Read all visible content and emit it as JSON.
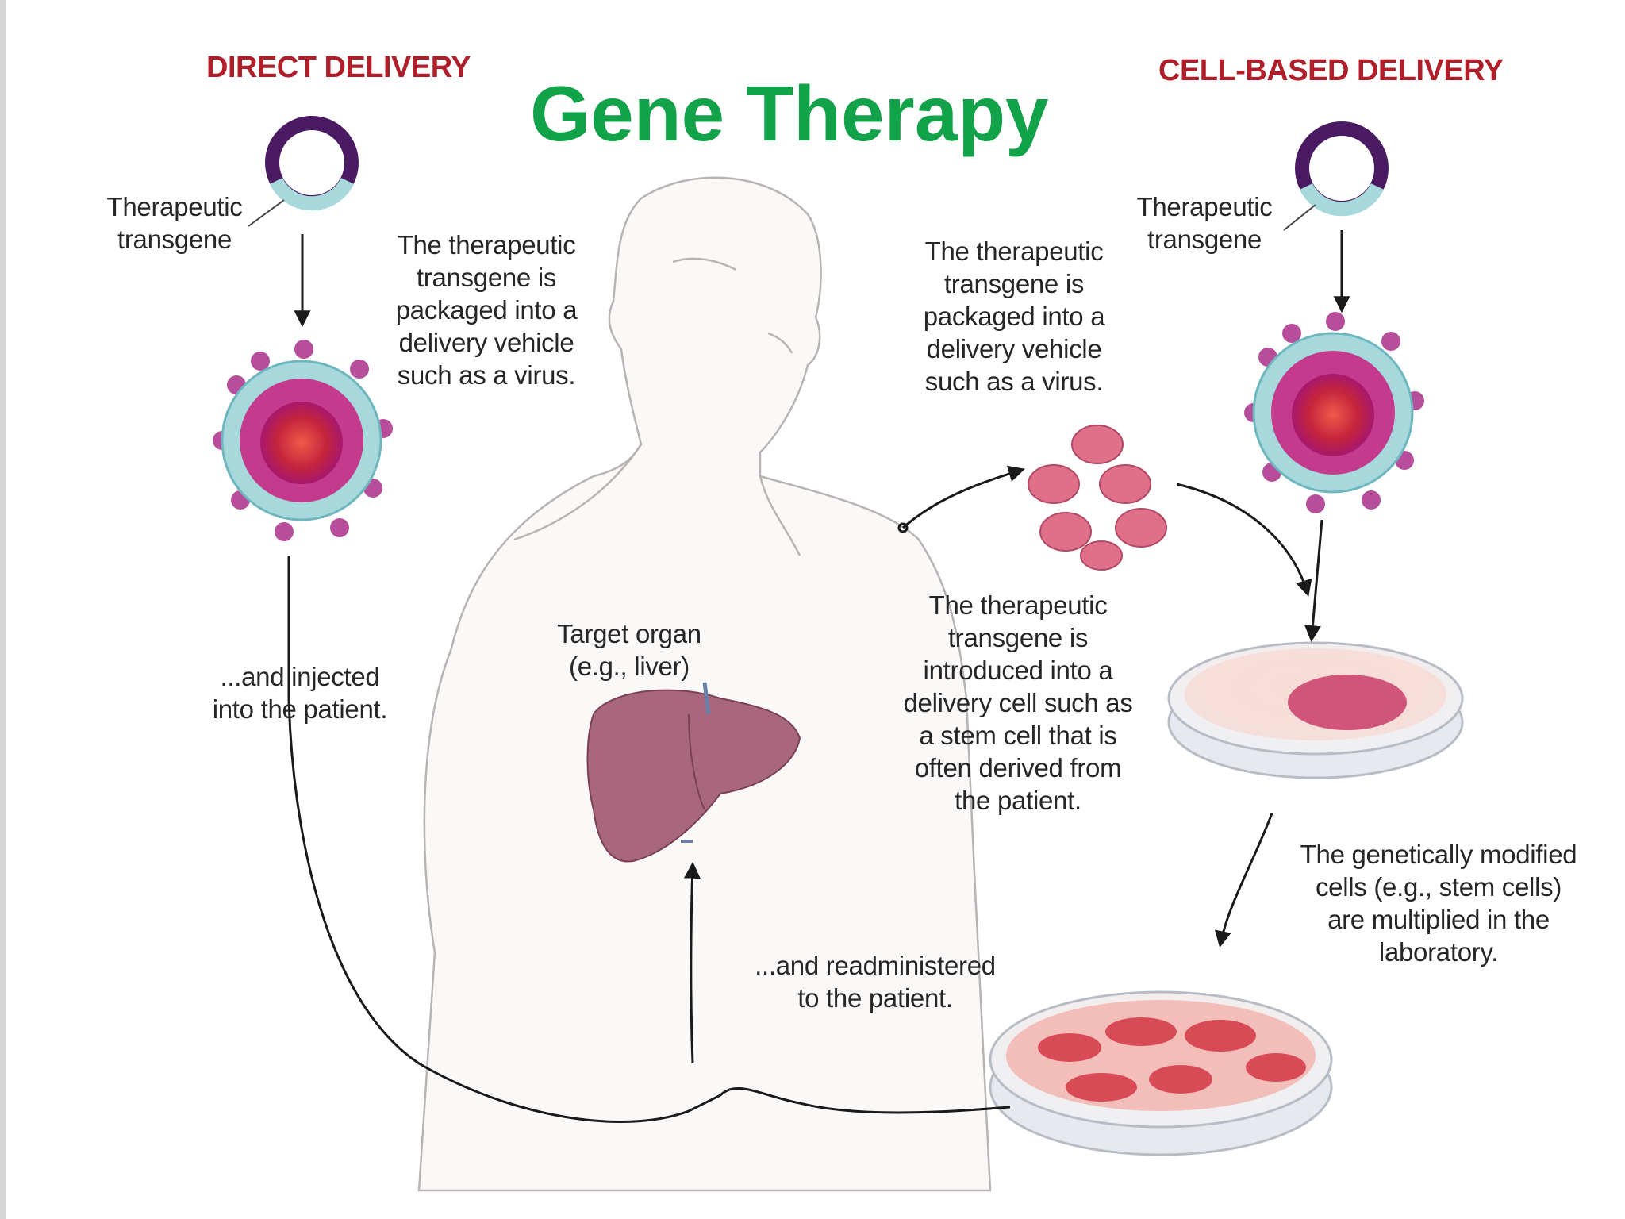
{
  "title": "Gene Therapy",
  "colors": {
    "title": "#12a24a",
    "headers": "#b01e2a",
    "text": "#262626",
    "virus_core": "#c4243c",
    "virus_coat": "#a6d8dc",
    "plasmid": "#4a1a63",
    "cells": "#e0708a",
    "liver": "#9c5a72"
  },
  "headers": {
    "direct": "DIRECT DELIVERY",
    "cell_based": "CELL-BASED DELIVERY"
  },
  "labels": {
    "transgene_left": "Therapeutic\ntransgene",
    "transgene_right": "Therapeutic\ntransgene",
    "packaged_left": "The therapeutic\ntransgene is\npackaged into a\ndelivery vehicle\nsuch as a virus.",
    "packaged_right": "The therapeutic\ntransgene is\npackaged into a\ndelivery vehicle\nsuch as a virus.",
    "injected": "...and injected\ninto the patient.",
    "target_organ": "Target organ\n(e.g., liver)",
    "introduced": "The therapeutic\ntransgene is\nintroduced into a\ndelivery cell such as\na stem cell that is\noften derived from\nthe patient.",
    "multiplied": "The genetically modified\ncells (e.g., stem cells)\nare multiplied in the\nlaboratory.",
    "readministered": "...and readministered\nto the patient."
  },
  "icons": [
    "plasmid-icon",
    "virus-icon",
    "stem-cells-icon",
    "petri-dish-icon",
    "liver-icon",
    "human-torso-icon"
  ]
}
